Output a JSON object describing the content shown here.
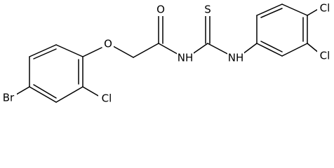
{
  "molecule": {
    "atoms": {
      "br": "Br",
      "cl_ortho_left": "Cl",
      "ether_o": "O",
      "carbonyl_o": "O",
      "amide_nh": "NH",
      "thione_s": "S",
      "thioamide_nh": "NH",
      "cl_para_right": "Cl",
      "cl_meta_right": "Cl"
    }
  }
}
